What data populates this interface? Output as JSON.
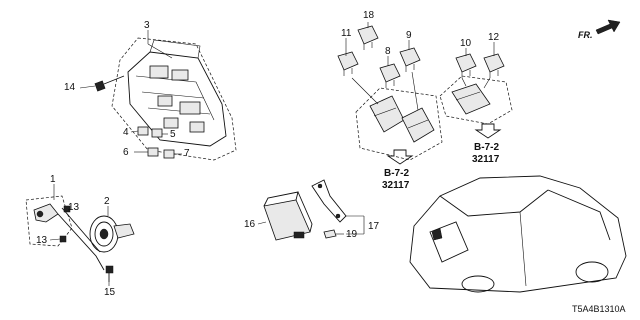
{
  "callouts": {
    "c1": "1",
    "c2": "2",
    "c3": "3",
    "c4": "4",
    "c5": "5",
    "c6": "6",
    "c7": "7",
    "c8": "8",
    "c9": "9",
    "c10": "10",
    "c11": "11",
    "c12": "12",
    "c13a": "13",
    "c13b": "13",
    "c14": "14",
    "c15": "15",
    "c16": "16",
    "c17": "17",
    "c18": "18",
    "c19": "19"
  },
  "references": {
    "left": {
      "section": "B-7-2",
      "part": "32117"
    },
    "right": {
      "section": "B-7-2",
      "part": "32117"
    }
  },
  "front_indicator": "FR.",
  "diagram_code": "T5A4B1310A"
}
